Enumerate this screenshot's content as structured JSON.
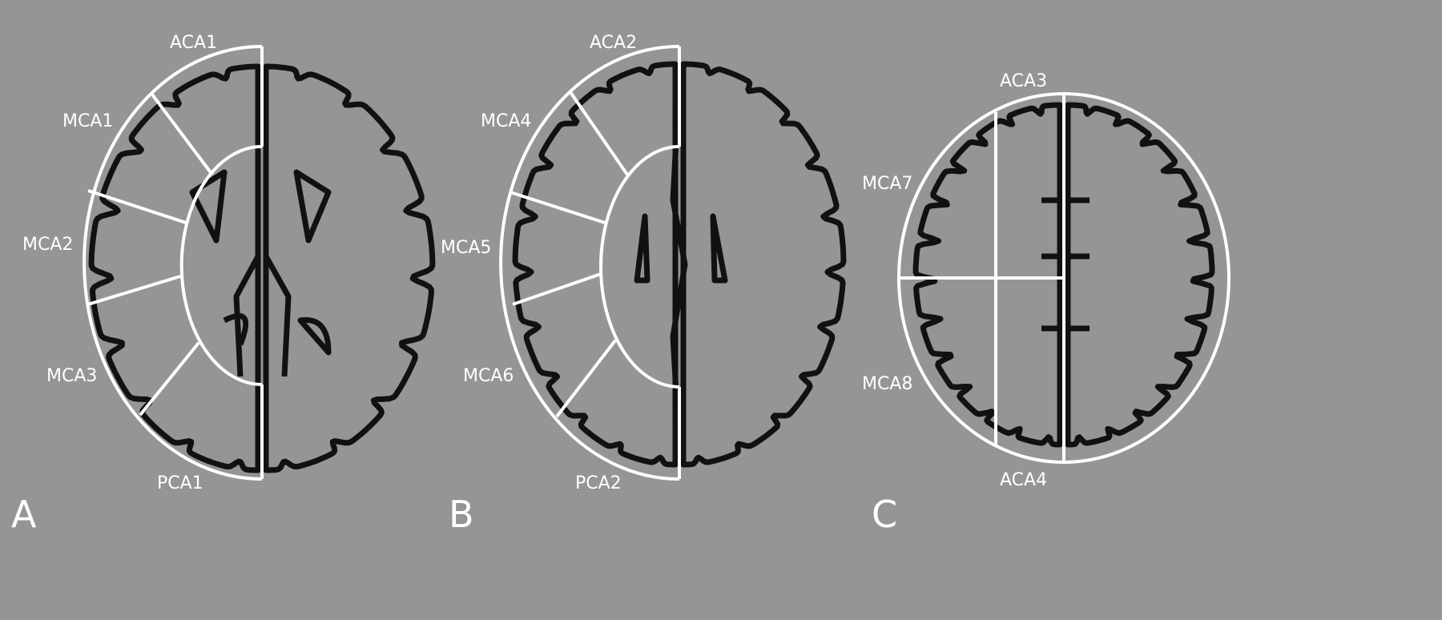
{
  "panels": [
    {
      "letter": "A",
      "labels": [
        "ACA1",
        "MCA1",
        "MCA2",
        "MCA3",
        "PCA1"
      ]
    },
    {
      "letter": "B",
      "labels": [
        "ACA2",
        "MCA4",
        "MCA5",
        "MCA6",
        "PCA2"
      ]
    },
    {
      "letter": "C",
      "labels": [
        "ACA3",
        "MCA7",
        "MCA8",
        "ACA4"
      ]
    }
  ],
  "colors": {
    "background": "#959595",
    "region_lines": "#ffffff",
    "brain_outline": "#111111"
  }
}
